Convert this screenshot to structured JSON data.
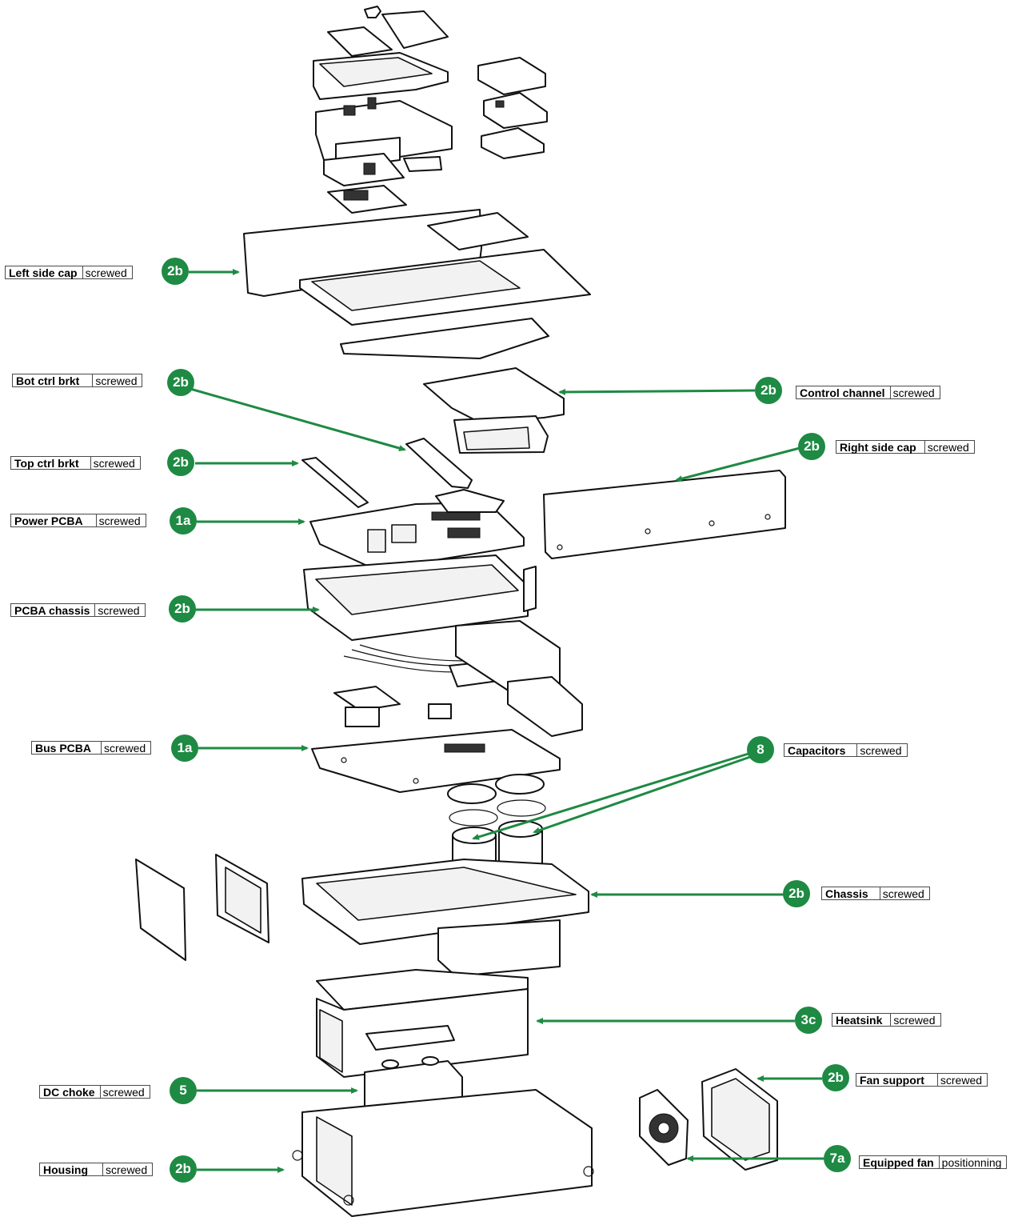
{
  "accent_color": "#1e8a43",
  "callouts": [
    {
      "id": "left-side-cap",
      "badge": "2b",
      "name": "Left side cap",
      "status": "screwed"
    },
    {
      "id": "bot-ctrl-brkt",
      "badge": "2b",
      "name": "Bot ctrl brkt",
      "status": "screwed"
    },
    {
      "id": "control-channel",
      "badge": "2b",
      "name": "Control channel",
      "status": "screwed"
    },
    {
      "id": "right-side-cap",
      "badge": "2b",
      "name": "Right side cap",
      "status": "screwed"
    },
    {
      "id": "top-ctrl-brkt",
      "badge": "2b",
      "name": "Top ctrl brkt",
      "status": "screwed"
    },
    {
      "id": "power-pcba",
      "badge": "1a",
      "name": "Power PCBA",
      "status": "screwed"
    },
    {
      "id": "pcba-chassis",
      "badge": "2b",
      "name": "PCBA chassis",
      "status": "screwed"
    },
    {
      "id": "bus-pcba",
      "badge": "1a",
      "name": "Bus PCBA",
      "status": "screwed"
    },
    {
      "id": "capacitors",
      "badge": "8",
      "name": "Capacitors",
      "status": "screwed"
    },
    {
      "id": "chassis",
      "badge": "2b",
      "name": "Chassis",
      "status": "screwed"
    },
    {
      "id": "heatsink",
      "badge": "3c",
      "name": "Heatsink",
      "status": "screwed"
    },
    {
      "id": "dc-choke",
      "badge": "5",
      "name": "DC choke",
      "status": "screwed"
    },
    {
      "id": "fan-support",
      "badge": "2b",
      "name": "Fan support",
      "status": "screwed"
    },
    {
      "id": "housing",
      "badge": "2b",
      "name": "Housing",
      "status": "screwed"
    },
    {
      "id": "equipped-fan",
      "badge": "7a",
      "name": "Equipped fan",
      "status": "positionning"
    }
  ]
}
